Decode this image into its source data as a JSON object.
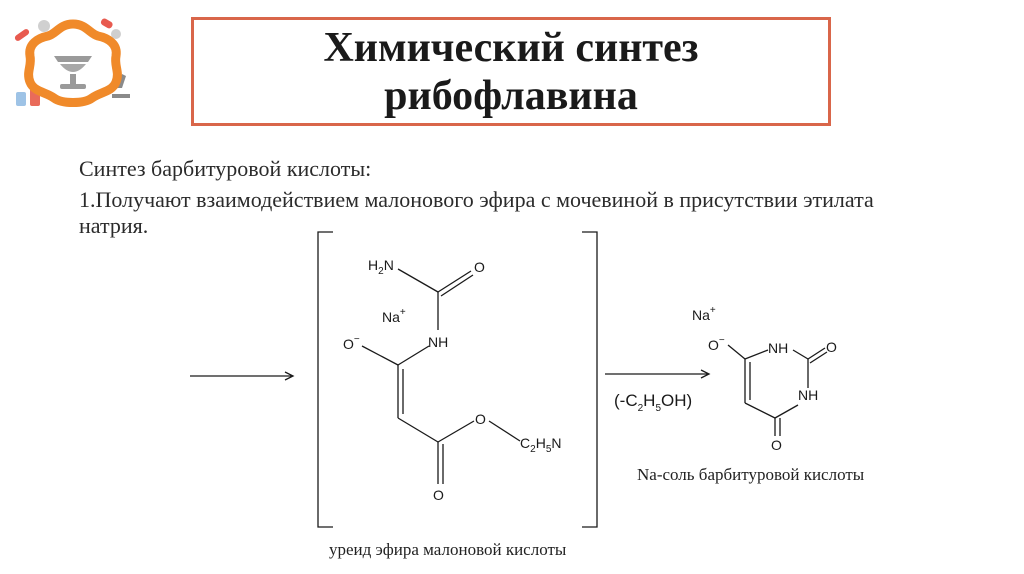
{
  "slide": {
    "title": "Химический синтез\nрибофлавина",
    "subheading": "Синтез барбитуровой кислоты:",
    "paragraph": "1.Получают взаимодействием малонового эфира с мочевиной в присутствии этилата натрия."
  },
  "scheme": {
    "intermediate": {
      "labels": {
        "h2n": "H2N",
        "o_carbonyl": "O",
        "na_plus": "Na+",
        "o_minus": "O−",
        "nh": "NH",
        "o_ester": "O",
        "c2h5n": "C2H5N",
        "o_bottom": "O"
      },
      "caption": "уреид эфира малоновой кислоты"
    },
    "reaction_condition": "(-C2H5OH)",
    "product": {
      "labels": {
        "na_plus": "Na+",
        "o_minus": "O−",
        "nh_top": "NH",
        "o_right": "O",
        "nh_right": "NH",
        "o_bottom": "O"
      },
      "caption": "Na-соль барбитуровой кислоты"
    }
  },
  "colors": {
    "title_border": "#d9664a",
    "logo_orange": "#f08a2a",
    "logo_gray": "#9a9a9a"
  }
}
